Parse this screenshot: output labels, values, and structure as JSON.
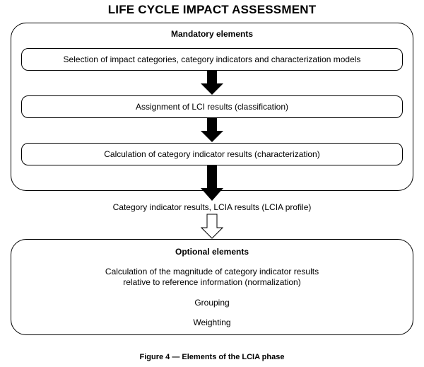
{
  "title": "LIFE CYCLE IMPACT ASSESSMENT",
  "mandatory": {
    "heading": "Mandatory elements",
    "steps": [
      "Selection of impact categories, category indicators and characterization models",
      "Assignment of LCI results (classification)",
      "Calculation of category indicator results (characterization)"
    ]
  },
  "intermediate_result": "Category indicator results, LCIA results (LCIA profile)",
  "optional": {
    "heading": "Optional elements",
    "items": [
      "Calculation of the magnitude of category indicator results",
      "relative to reference information (normalization)",
      "Grouping",
      "Weighting"
    ]
  },
  "caption": "Figure 4 — Elements of the LCIA phase"
}
